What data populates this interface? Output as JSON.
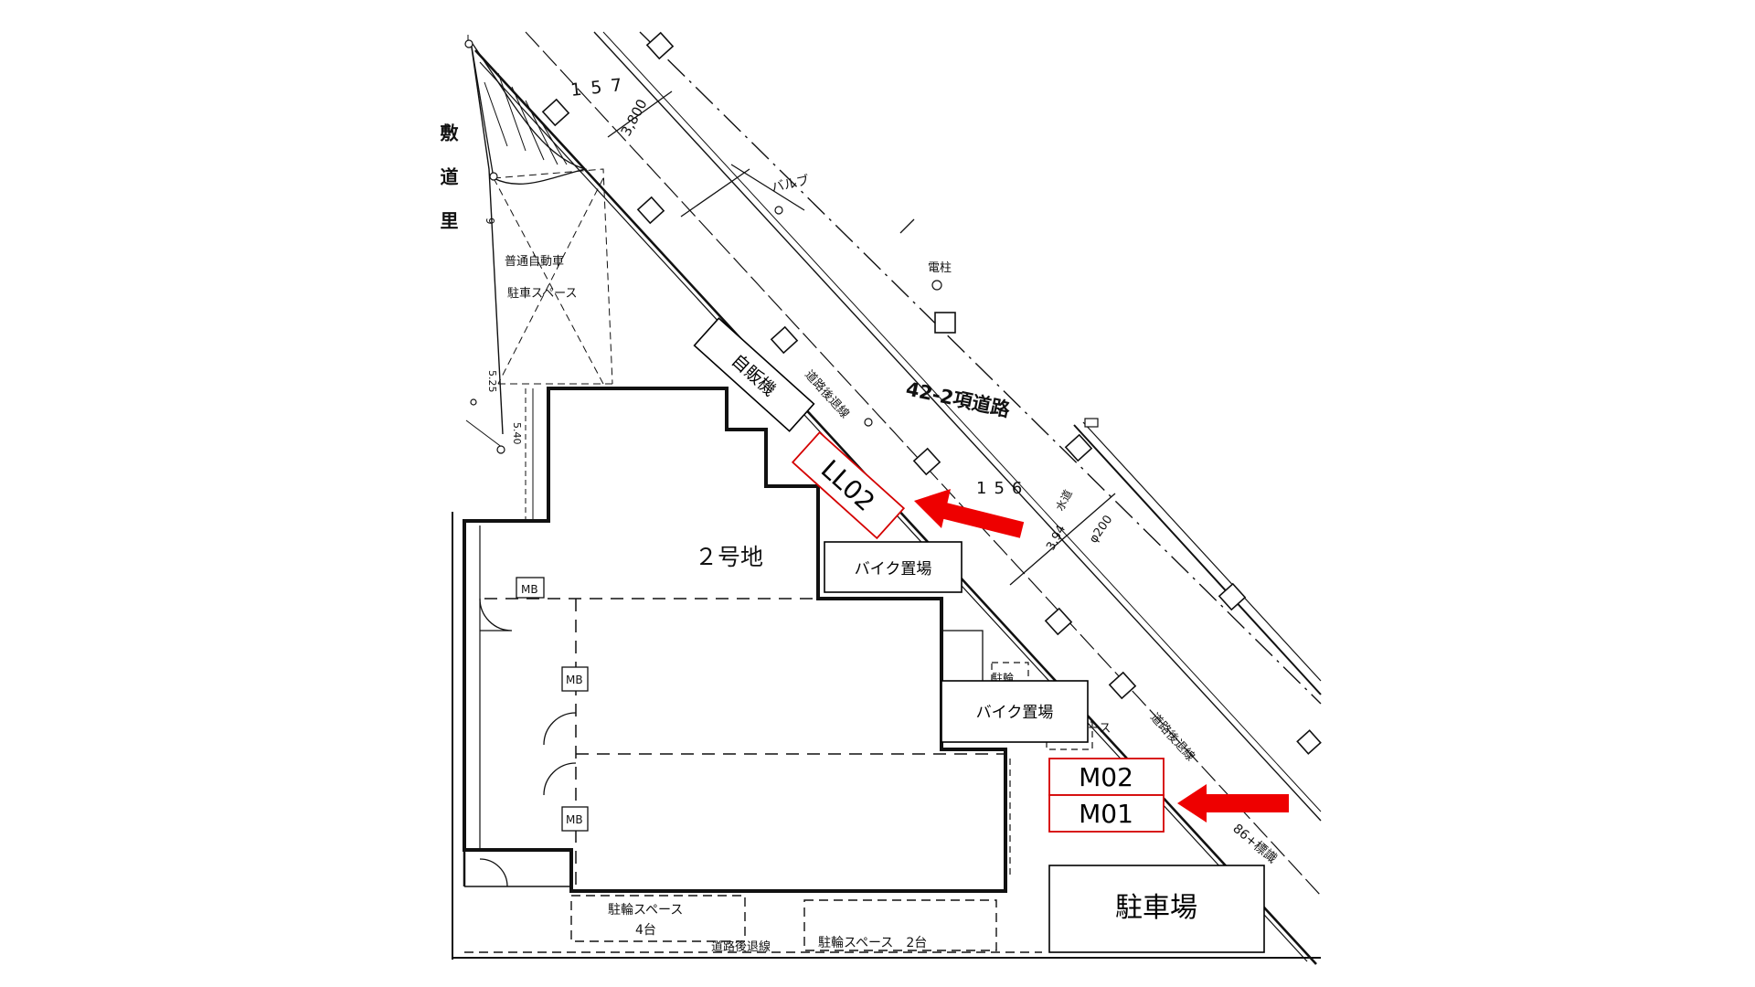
{
  "colors": {
    "background": "#ffffff",
    "drawing_line": "#111111",
    "callout_border": "#000000",
    "slot_border": "#d40000",
    "arrow": "#ee0000"
  },
  "drawing": {
    "lot_number_top": "157",
    "width_top": "3,800",
    "valve_label": "バルブ",
    "pole_label": "電柱",
    "road_label": "42-2項道路",
    "lot_number_mid": "156",
    "width_mid": "3,94",
    "water_label": "水道",
    "pipe_label": "φ200",
    "left_road_label": "敷道里",
    "corner_car_line1": "普通自動車",
    "corner_car_line2": "駐車スペース",
    "dim_525": "5.25",
    "dim_540": "5.40",
    "dim_9": "9",
    "site_label": "２号地",
    "mb1": "MB",
    "mb2": "MB",
    "mb3": "MB",
    "bike_space_bottom_left": "駐輪スペース",
    "bike_count_left": "4台",
    "bike_space_bottom_right": "駐輪スペース　2台",
    "road_boundary_bottom": "道路後退線",
    "road_boundary_top": "道路後退線",
    "road_boundary_right": "道路後退線",
    "bike_partial_upper": "駐輪",
    "bike_partial_lower": "ース",
    "marker_label": "86+標識"
  },
  "callouts": {
    "vending": "自販機",
    "ll02": "LL02",
    "bike1": "バイク置場",
    "bike2": "バイク置場",
    "m02": "M02",
    "m01": "M01",
    "parking": "駐車場"
  }
}
